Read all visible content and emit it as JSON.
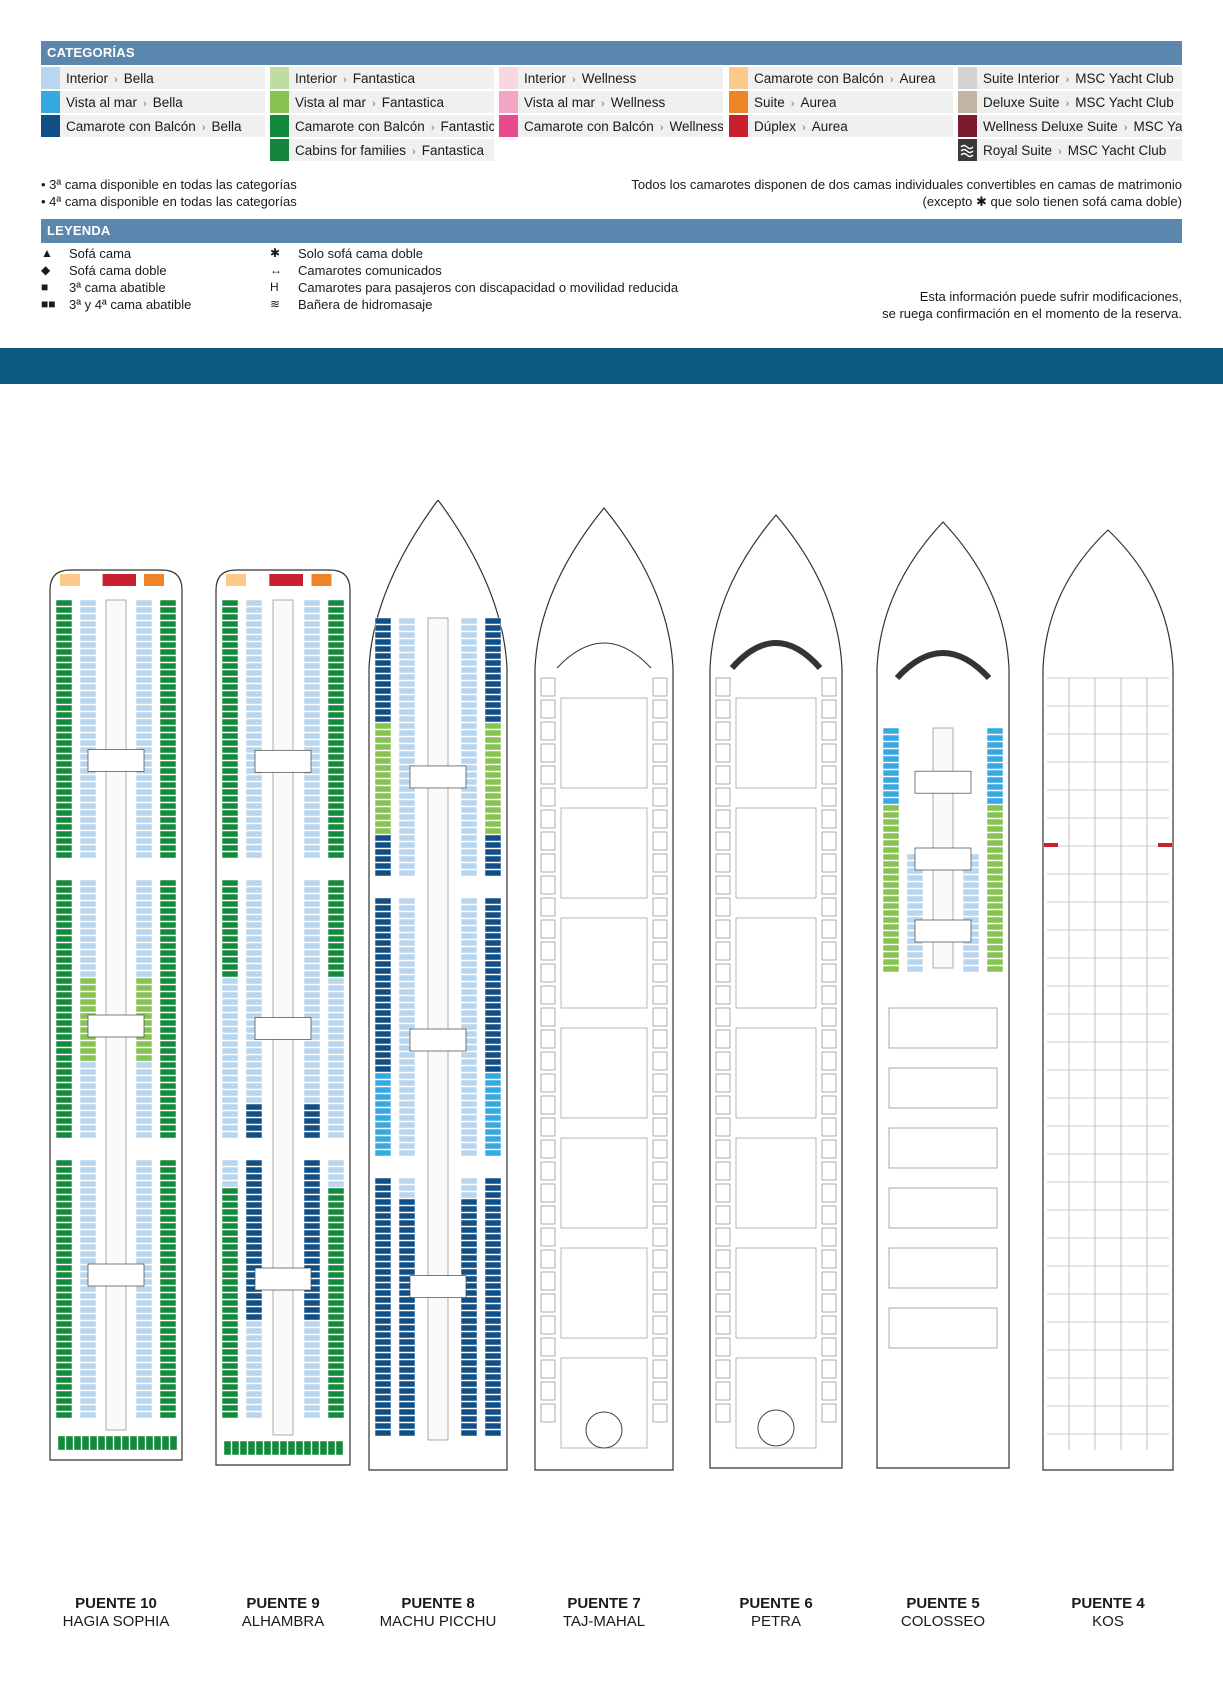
{
  "categorias_title": "CATEGORÍAS",
  "categories": [
    {
      "color": "#b8d6ee",
      "cat": "Interior",
      "exp": "Bella"
    },
    {
      "color": "#36a9e1",
      "cat": "Vista al mar",
      "exp": "Bella"
    },
    {
      "color": "#0f4f86",
      "cat": "Camarote con Balcón",
      "exp": "Bella"
    },
    {
      "color": "#bfdca2",
      "cat": "Interior",
      "exp": "Fantastica"
    },
    {
      "color": "#86c351",
      "cat": "Vista al mar",
      "exp": "Fantastica"
    },
    {
      "color": "#128a3b",
      "cat": "Camarote con Balcón",
      "exp": "Fantastica"
    },
    {
      "color": "#15843c",
      "cat": "Cabins for families",
      "exp": "Fantastica"
    },
    {
      "color": "#f8d7e3",
      "cat": "Interior",
      "exp": "Wellness"
    },
    {
      "color": "#f2a5c4",
      "cat": "Vista al mar",
      "exp": "Wellness"
    },
    {
      "color": "#e9498d",
      "cat": "Camarote con Balcón",
      "exp": "Wellness"
    },
    {
      "color": "#fbc98a",
      "cat": "Camarote con Balcón",
      "exp": "Aurea"
    },
    {
      "color": "#ef8426",
      "cat": "Suite",
      "exp": "Aurea"
    },
    {
      "color": "#c8202f",
      "cat": "Dúplex",
      "exp": "Aurea"
    },
    {
      "color": "#d3d3d3",
      "cat": "Suite Interior",
      "exp": "MSC Yacht Club"
    },
    {
      "color": "#c2b5a5",
      "cat": "Deluxe Suite",
      "exp": "MSC Yacht Club"
    },
    {
      "color": "#7a1a2a",
      "cat": "Wellness Deluxe Suite",
      "exp": "MSC Yacht Club"
    },
    {
      "color": "#3a3a3a",
      "cat": "Royal Suite",
      "exp": "MSC Yacht Club"
    }
  ],
  "bed_notes": {
    "third": "• 3ª cama disponible en todas las categorías",
    "fourth": "• 4ª cama disponible en todas las categorías",
    "right1": "Todos los camarotes disponen de dos camas individuales convertibles en camas de matrimonio",
    "right2": "(excepto ✱ que solo tienen sofá cama doble)"
  },
  "leyenda_title": "LEYENDA",
  "legend_left": [
    {
      "sym": "▲",
      "text": "Sofá cama"
    },
    {
      "sym": "◆",
      "text": "Sofá cama doble"
    },
    {
      "sym": "■",
      "text": "3ª cama abatible"
    },
    {
      "sym": "■■",
      "text": "3ª y 4ª cama abatible"
    }
  ],
  "legend_right": [
    {
      "sym": "✱",
      "text": "Solo sofá cama doble"
    },
    {
      "sym": "↔",
      "text": "Camarotes comunicados"
    },
    {
      "sym": "H",
      "text": "Camarotes para pasajeros con discapacidad o movilidad reducida"
    },
    {
      "sym": "≋",
      "text": "Bañera de hidromasaje"
    }
  ],
  "disclaimer": {
    "line1": "Esta información puede sufrir modificaciones,",
    "line2": "se ruega confirmación en el momento de la reserva."
  },
  "decks": [
    {
      "number": "PUENTE 10",
      "name": "HAGIA SOPHIA",
      "kind": "cabins-green"
    },
    {
      "number": "PUENTE 9",
      "name": "ALHAMBRA",
      "kind": "cabins-mixed"
    },
    {
      "number": "PUENTE 8",
      "name": "MACHU PICCHU",
      "kind": "cabins-blue"
    },
    {
      "number": "PUENTE 7",
      "name": "TAJ-MAHAL",
      "kind": "public"
    },
    {
      "number": "PUENTE 6",
      "name": "PETRA",
      "kind": "public"
    },
    {
      "number": "PUENTE 5",
      "name": "COLOSSEO",
      "kind": "mixed5"
    },
    {
      "number": "PUENTE 4",
      "name": "KOS",
      "kind": "plain"
    }
  ]
}
